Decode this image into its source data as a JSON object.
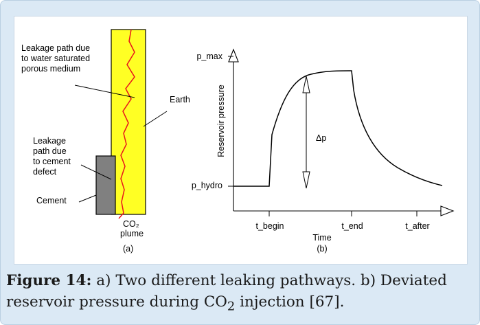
{
  "panel_a": {
    "label_water_path": [
      "Leakage path due",
      "to water saturated",
      "porous medium"
    ],
    "label_earth": "Earth",
    "label_cement_path": [
      "Leakage",
      "path due",
      "to cement",
      "defect"
    ],
    "label_cement": "Cement",
    "label_plume": [
      "CO₂",
      "plume"
    ],
    "sublabel": "(a)"
  },
  "panel_b": {
    "y_axis_title": "Reservoir pressure",
    "x_axis_title": "Time",
    "y_tick_max": "p_max",
    "y_tick_hydro": "p_hydro",
    "x_tick_begin": "t_begin",
    "x_tick_end": "t_end",
    "x_tick_after": "t_after",
    "delta_label": "Δp",
    "sublabel": "(b)"
  },
  "caption": {
    "figure_label": "Figure 14:",
    "text_1": " a) Two different leaking pathways. b) Deviated reservoir pressure during CO",
    "subscript": "2",
    "text_2": " injection [67]."
  }
}
